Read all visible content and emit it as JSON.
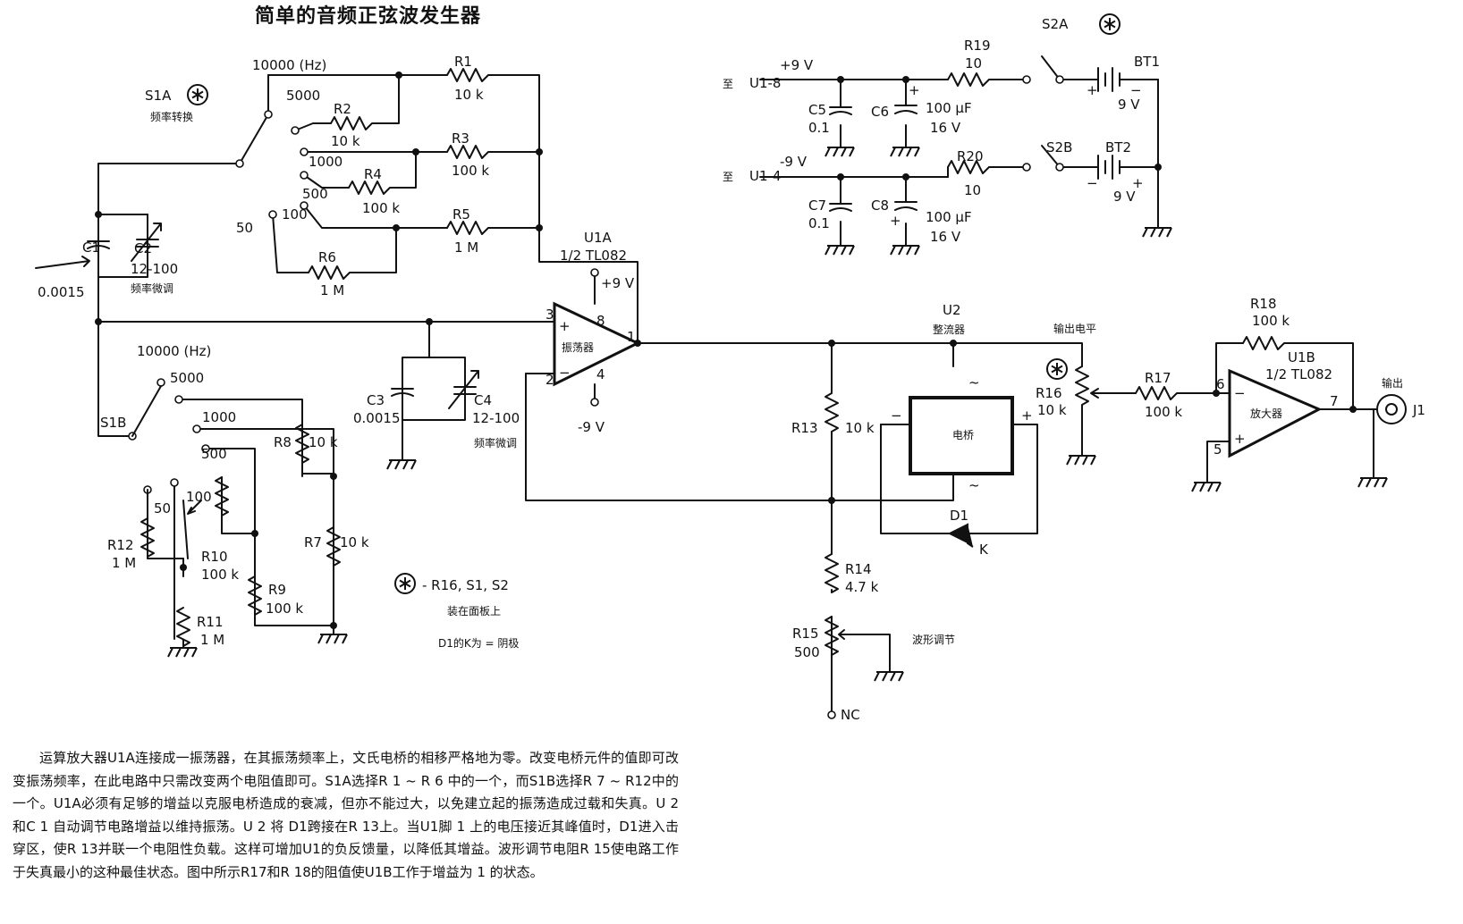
{
  "title": "简单的音频正弦波发生器",
  "switches": {
    "s1a": {
      "name": "S1A",
      "caption": "频率转换",
      "freq_unit": "10000 (Hz)",
      "positions": [
        "5000",
        "1000",
        "500",
        "100",
        "50"
      ]
    },
    "s1b": {
      "name": "S1B",
      "freq_unit": "10000 (Hz)",
      "positions": [
        "5000",
        "1000",
        "500",
        "100",
        "50"
      ]
    },
    "s2a": "S2A",
    "s2b": "S2B"
  },
  "components": {
    "r1": {
      "ref": "R1",
      "value": "10 k"
    },
    "r2": {
      "ref": "R2",
      "value": "10 k"
    },
    "r3": {
      "ref": "R3",
      "value": "100 k"
    },
    "r4": {
      "ref": "R4",
      "value": "100 k"
    },
    "r5": {
      "ref": "R5",
      "value": "1 M"
    },
    "r6": {
      "ref": "R6",
      "value": "1 M"
    },
    "r7": {
      "ref": "R7",
      "value": "10 k"
    },
    "r8": {
      "ref": "R8",
      "value": "10 k"
    },
    "r9": {
      "ref": "R9",
      "value": "100 k"
    },
    "r10": {
      "ref": "R10",
      "value": "100 k"
    },
    "r11": {
      "ref": "R11",
      "value": "1 M"
    },
    "r12": {
      "ref": "R12",
      "value": "1 M"
    },
    "r13": {
      "ref": "R13",
      "value": "10 k"
    },
    "r14": {
      "ref": "R14",
      "value": "4.7 k"
    },
    "r15": {
      "ref": "R15",
      "value": "500",
      "caption": "波形调节"
    },
    "r16": {
      "ref": "R16",
      "value": "10 k",
      "caption": "输出电平"
    },
    "r17": {
      "ref": "R17",
      "value": "100 k"
    },
    "r18": {
      "ref": "R18",
      "value": "100 k"
    },
    "r19": {
      "ref": "R19",
      "value": "10"
    },
    "r20": {
      "ref": "R20",
      "value": "10"
    },
    "c1": {
      "ref": "C1",
      "value": "0.0015"
    },
    "c2": {
      "ref": "C2",
      "value": "12-100",
      "caption": "频率微调"
    },
    "c3": {
      "ref": "C3",
      "value": "0.0015"
    },
    "c4": {
      "ref": "C4",
      "value": "12-100",
      "caption": "频率微调"
    },
    "c5": {
      "ref": "C5",
      "value": "0.1"
    },
    "c6": {
      "ref": "C6",
      "value": "100 µF",
      "voltage": "16 V"
    },
    "c7": {
      "ref": "C7",
      "value": "0.1"
    },
    "c8": {
      "ref": "C8",
      "value": "100 µF",
      "voltage": "16 V"
    },
    "bt1": {
      "ref": "BT1",
      "value": "9 V"
    },
    "bt2": {
      "ref": "BT2",
      "value": "9 V"
    },
    "u1a": {
      "ref": "U1A",
      "part": "1/2 TL082",
      "function": "振荡器"
    },
    "u1b": {
      "ref": "U1B",
      "part": "1/2 TL082",
      "function": "放大器"
    },
    "u2": {
      "ref": "U2",
      "function": "整流器",
      "body": "电桥"
    },
    "d1": {
      "ref": "D1",
      "pin": "K"
    },
    "j1": {
      "ref": "J1",
      "caption": "输出"
    }
  },
  "power": {
    "pos": "+9 V",
    "neg": "-9 V",
    "to_prefix": "至",
    "u1_8": "U1-8",
    "u1_4": "U1-4",
    "nc": "NC"
  },
  "pins": {
    "p1": "1",
    "p2": "2",
    "p3": "3",
    "p4": "4",
    "p5": "5",
    "p6": "6",
    "p7": "7",
    "p8": "8"
  },
  "notes": {
    "star_note": "- R16, S1, S2",
    "star_note_2": "装在面板上",
    "d1_note": "D1的K为 = 阴极"
  },
  "description": "运算放大器U1A连接成一振荡器，在其振荡频率上，文氏电桥的相移严格地为零。改变电桥元件的值即可改变振荡频率，在此电路中只需改变两个电阻值即可。S1A选择R 1 ~ R 6 中的一个，而S1B选择R 7 ~ R12中的一个。U1A必须有足够的增益以克服电桥造成的衰减，但亦不能过大，以免建立起的振荡造成过载和失真。U 2 和C 1 自动调节电路增益以维持振荡。U 2 将 D1跨接在R 13上。当U1脚 1 上的电压接近其峰值时，D1进入击穿区，使R 13并联一个电阻性负载。这样可增加U1的负反馈量，以降低其增益。波形调节电阻R 15使电路工作于失真最小的这种最佳状态。图中所示R17和R 18的阻值使U1B工作于增益为 1 的状态。"
}
